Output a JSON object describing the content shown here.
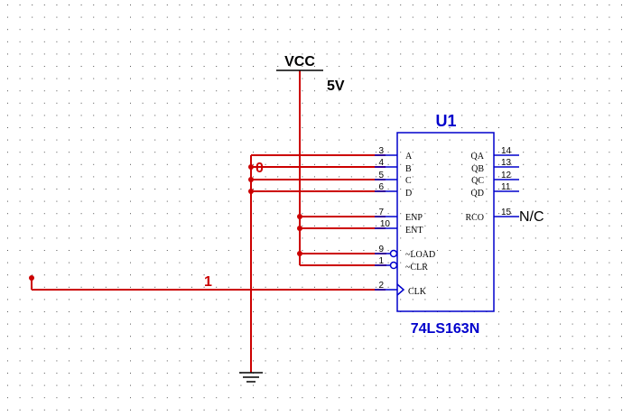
{
  "colors": {
    "wire": "#cc0000",
    "component": "#0000cc",
    "label": "#000000",
    "grid_dot": "#555555",
    "background": "#ffffff"
  },
  "power": {
    "name": "VCC",
    "voltage": "5V"
  },
  "ground": {
    "icon": "ground-icon"
  },
  "nets": {
    "zero": "0",
    "one": "1"
  },
  "component": {
    "ref": "U1",
    "part": "74LS163N",
    "no_connect": "N/C",
    "left_pins": [
      {
        "num": "3",
        "name": "A"
      },
      {
        "num": "4",
        "name": "B"
      },
      {
        "num": "5",
        "name": "C"
      },
      {
        "num": "6",
        "name": "D"
      },
      {
        "num": "7",
        "name": "ENP"
      },
      {
        "num": "10",
        "name": "ENT"
      },
      {
        "num": "9",
        "name": "~LOAD"
      },
      {
        "num": "1",
        "name": "~CLR"
      },
      {
        "num": "2",
        "name": "CLK"
      }
    ],
    "right_pins": [
      {
        "num": "14",
        "name": "QA"
      },
      {
        "num": "13",
        "name": "QB"
      },
      {
        "num": "12",
        "name": "QC"
      },
      {
        "num": "11",
        "name": "QD"
      },
      {
        "num": "15",
        "name": "RCO"
      }
    ]
  }
}
